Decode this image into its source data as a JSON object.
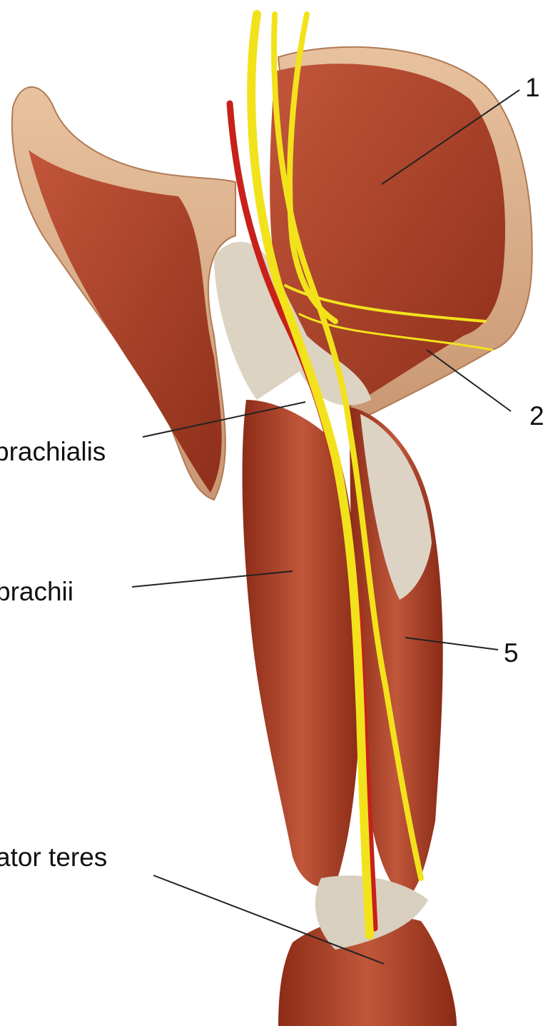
{
  "labels": {
    "one": "1",
    "two": "2",
    "coracobrachialis": "brachialis",
    "biceps": "brachii",
    "five": "5",
    "pronator": "ator teres"
  },
  "colors": {
    "background": "#ffffff",
    "muscle": "#b0452c",
    "muscle_dark": "#7a2415",
    "tendon": "#dcd3c4",
    "bone": "#d9ad8a",
    "nerve": "#f2e21c",
    "artery": "#c8201a",
    "leader_line": "#222222"
  }
}
